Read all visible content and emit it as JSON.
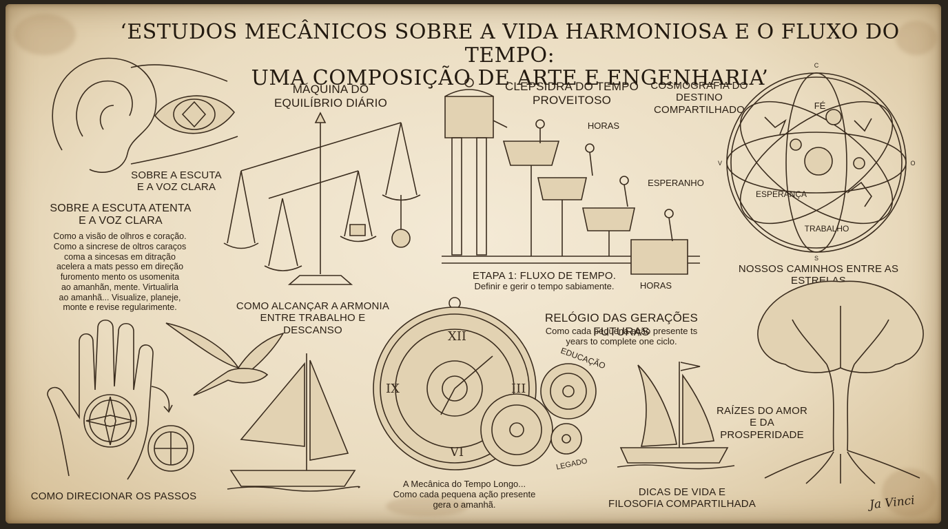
{
  "title": {
    "line1": "‘ESTUDOS MECÂNICOS SOBRE A VIDA HARMONIOSA E O FLUXO DO TEMPO:",
    "line2": "UMA COMPOSIÇÃO DE ARTE E ENGENHARIA’"
  },
  "ear": {
    "caption_line1": "SOBRE A ESCUTA",
    "caption_line2": "E A VOZ CLARA"
  },
  "left_text": {
    "heading_line1": "SOBRE A ESCUTA ATENTA",
    "heading_line2": "E A VOZ CLARA",
    "lines": [
      "Como a visão de olhros e coração.",
      "Como a sincrese de oltros caraços",
      "coma a sincesas em ditração",
      "acelera a mats pesso em direção",
      "furomento mento  os usomenita",
      "ao amanhãn, mente. Virtualirla",
      "ao amanhã... Visualize, planeje,",
      "monte e revise regularimente."
    ]
  },
  "balance": {
    "title_line1": "MÁQUINA DO",
    "title_line2": "EQUILÍBRIO DIÁRIO",
    "caption_line1": "COMO ALCANÇAR A ARMONIA",
    "caption_line2": "ENTRE TRABALHO E DESCANSO"
  },
  "clepsydra": {
    "title_line1": "CLEPSIDRA DO TEMPO",
    "title_line2": "PROVEITOSO",
    "label_horas_top": "HORAS",
    "label_esperanho": "ESPERANHO",
    "label_horas_bottom": "HORAS",
    "step_title": "ETAPA 1: FLUXO DE TEMPO.",
    "step_text": "Definir e gerir o tempo sabiamente."
  },
  "cosmos": {
    "title_line1": "COSMOGRAFIA DO",
    "title_line2": "DESTINO",
    "title_line3": "COMPARTILHADO",
    "label_fe": "FÉ",
    "label_esperanca": "ESPERANÇA",
    "label_trabalho": "TRABALHO",
    "compass_c": "C",
    "compass_v": "V",
    "compass_o": "O",
    "compass_s": "S",
    "caption": "NOSSOS CAMINHOS ENTRE AS ESTRELAS"
  },
  "clock": {
    "title": "RELÓGIO DAS GERAÇÕES FUTURAS",
    "sub_line1": "Como cada pequena ação presente ts",
    "sub_line2": "years to complete one ciclo.",
    "gear_educacao": "EDUCAÇÃO",
    "gear_legado": "LEGADO",
    "caption_line1": "A Mecânica do Tempo Longo...",
    "caption_line2": "Como cada pequena ação presente",
    "caption_line3": "gera o amanhã."
  },
  "hand": {
    "caption": "COMO DIRECIONAR OS PASSOS"
  },
  "boat_right": {
    "caption_line1": "DICAS DE VIDA E",
    "caption_line2": "FILOSOFIA COMPARTILHADA"
  },
  "tree": {
    "caption_line1": "RAÍZES DO AMOR",
    "caption_line2": "E DA PROSPERIDADE"
  },
  "signature": "Ja Vinci",
  "colors": {
    "ink": "#3a2c1e",
    "parchment": "#eadcc0",
    "edge": "#c9ad80"
  }
}
